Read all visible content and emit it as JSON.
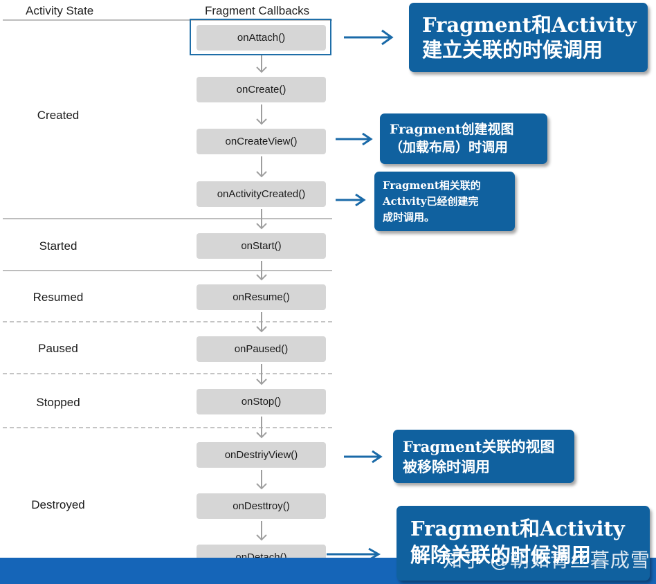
{
  "headers": {
    "activity_state": "Activity State",
    "fragment_callbacks": "Fragment Callbacks"
  },
  "states": [
    "Created",
    "Started",
    "Resumed",
    "Paused",
    "Stopped",
    "Destroyed"
  ],
  "callbacks": [
    "onAttach()",
    "onCreate()",
    "onCreateView()",
    "onActivityCreated()",
    "onStart()",
    "onResume()",
    "onPaused()",
    "onStop()",
    "onDestriyView()",
    "onDesttroy()",
    "onDetach()"
  ],
  "notes": {
    "attach": [
      "Fragment和Activity",
      "建立关联的时候调用"
    ],
    "create_view": [
      "Fragment创建视图",
      "（加载布局）时调用"
    ],
    "activity_created": [
      "Fragment相关联的",
      "Activity已经创建完",
      "成时调用。"
    ],
    "destroy_view": [
      "Fragment关联的视图",
      "被移除时调用"
    ],
    "detach": [
      "Fragment和Activity",
      "解除关联的时候调用"
    ]
  },
  "watermark": "知乎 @朝如青丝暮成雪",
  "colors": {
    "note_bg": "#10619f",
    "arrow": "#1a6aa8",
    "callback_box": "#d6d6d6",
    "footer": "#1565b8"
  }
}
